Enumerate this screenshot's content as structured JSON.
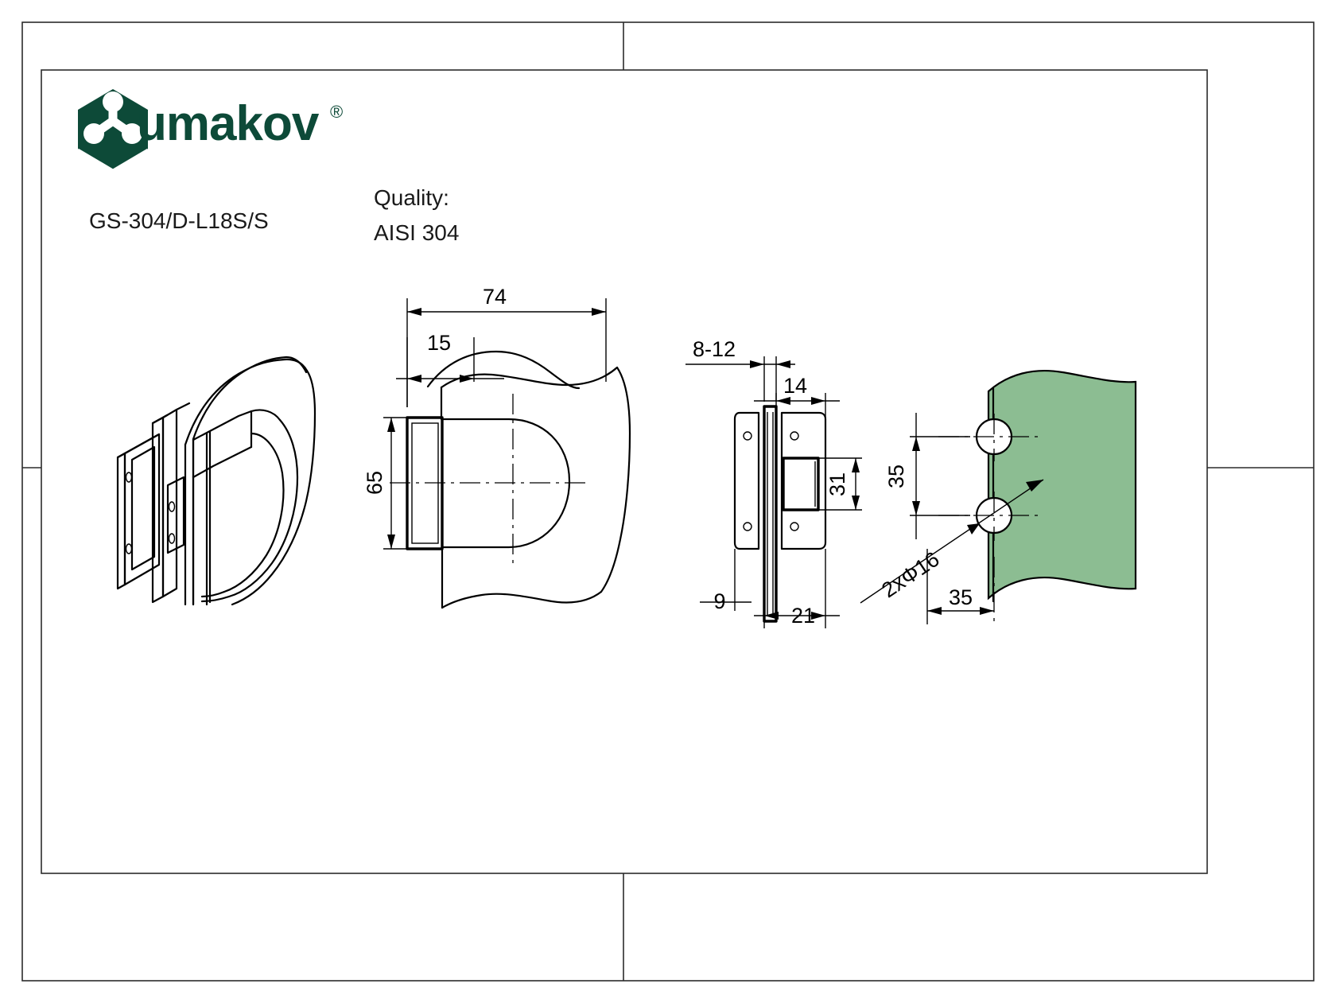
{
  "sheet": {
    "background_color": "#ffffff",
    "border_color": "#2b2b2b"
  },
  "brand": {
    "logo_name": "umakov-hexagon-logo",
    "wordmark": "umakov",
    "registered_mark": "®",
    "color": "#0d4a38"
  },
  "labels": {
    "product_code": "GS-304/D-L18S/S",
    "quality_heading": "Quality:",
    "quality_value": "AISI 304"
  },
  "views": {
    "isometric": {
      "name": "isometric-view"
    },
    "front": {
      "name": "front-view"
    },
    "side": {
      "name": "side-view"
    },
    "glass": {
      "name": "glass-drilling-view",
      "glass_color": "#8cbd92"
    }
  },
  "dimensions": {
    "front_width": "74",
    "front_plate_width": "15",
    "front_height": "65",
    "glass_thickness": "8-12",
    "side_offset": "14",
    "side_height": "31",
    "side_plate": "9",
    "side_depth": "21",
    "hole_spacing_vertical": "35",
    "hole_spacing_horizontal": "35",
    "hole_callout": "2xΦ16"
  }
}
